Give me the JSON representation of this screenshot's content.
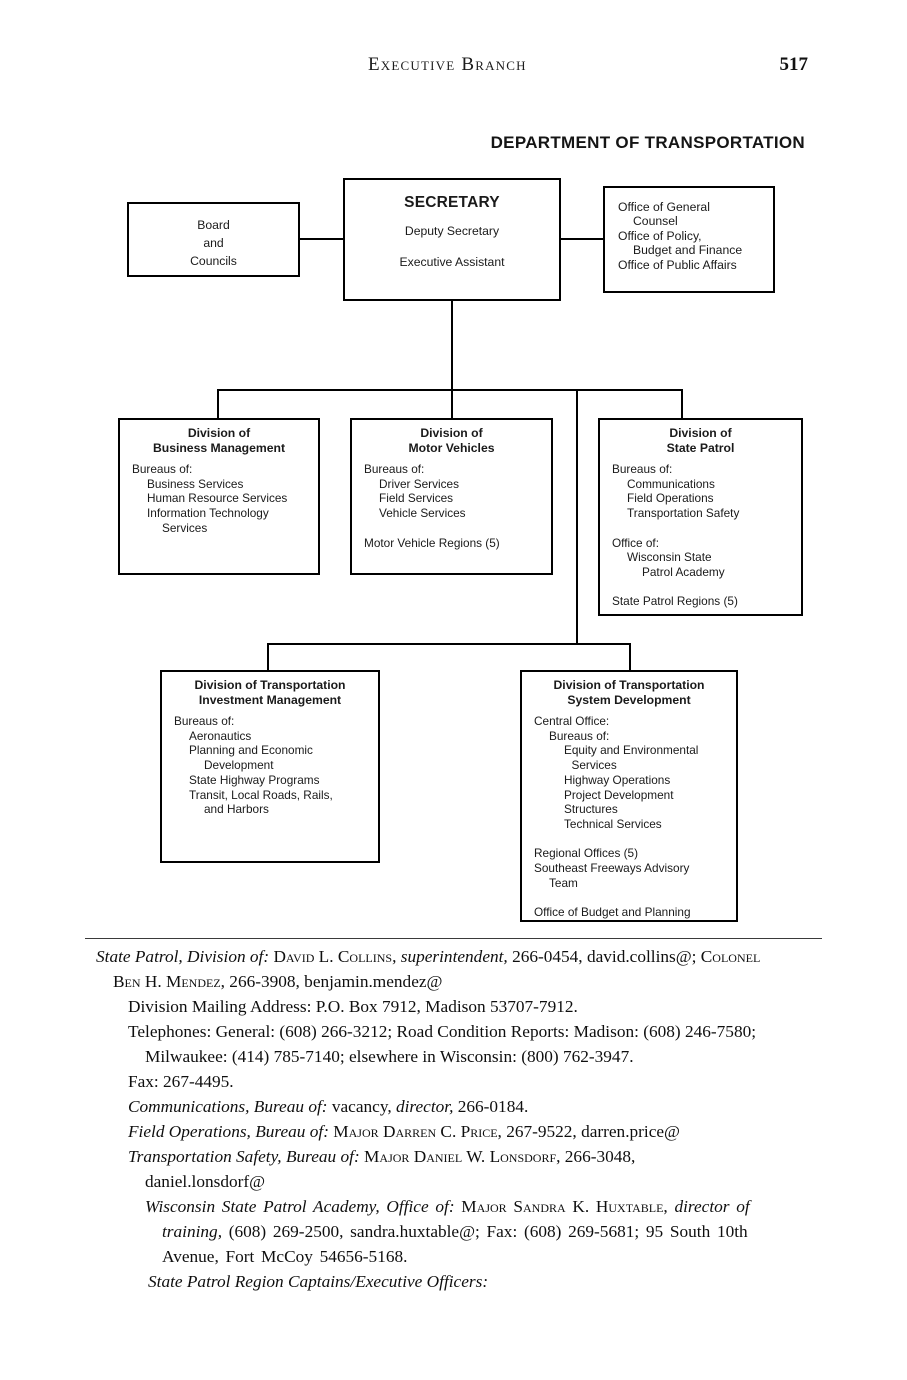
{
  "page": {
    "running_head": "Executive Branch",
    "page_number": "517"
  },
  "org_chart": {
    "title": "DEPARTMENT OF TRANSPORTATION",
    "board_box": {
      "lines": [
        "Board",
        "and",
        "Councils"
      ]
    },
    "secretary_box": {
      "title": "SECRETARY",
      "lines": [
        {
          "t": "Deputy Secretary",
          "i": 0
        },
        {
          "t": "",
          "i": 0
        },
        {
          "t": "Executive Assistant",
          "i": 0
        }
      ]
    },
    "offices_box": {
      "lines": [
        {
          "t": "Office of General",
          "i": 0
        },
        {
          "t": "Counsel",
          "i": 1
        },
        {
          "t": "Office of Policy,",
          "i": 0
        },
        {
          "t": "Budget and Finance",
          "i": 1
        },
        {
          "t": "Office of Public Affairs",
          "i": 0
        }
      ]
    },
    "divisions": {
      "business_management": {
        "title_lines": [
          "Division of",
          "Business Management"
        ],
        "lines": [
          {
            "t": "Bureaus of:",
            "i": 0
          },
          {
            "t": "Business Services",
            "i": 1
          },
          {
            "t": "Human Resource Services",
            "i": 1
          },
          {
            "t": "Information Technology",
            "i": 1
          },
          {
            "t": "Services",
            "i": 2
          }
        ]
      },
      "motor_vehicles": {
        "title_lines": [
          "Division of",
          "Motor Vehicles"
        ],
        "lines": [
          {
            "t": "Bureaus of:",
            "i": 0
          },
          {
            "t": "Driver Services",
            "i": 1
          },
          {
            "t": "Field Services",
            "i": 1
          },
          {
            "t": "Vehicle Services",
            "i": 1
          },
          {
            "t": "",
            "i": 0
          },
          {
            "t": "Motor Vehicle Regions (5)",
            "i": 0
          }
        ]
      },
      "state_patrol": {
        "title_lines": [
          "Division of",
          "State Patrol"
        ],
        "lines": [
          {
            "t": "Bureaus of:",
            "i": 0
          },
          {
            "t": "Communications",
            "i": 1
          },
          {
            "t": "Field Operations",
            "i": 1
          },
          {
            "t": "Transportation Safety",
            "i": 1
          },
          {
            "t": "",
            "i": 0
          },
          {
            "t": "Office of:",
            "i": 0
          },
          {
            "t": "Wisconsin State",
            "i": 1
          },
          {
            "t": "Patrol Academy",
            "i": 2
          },
          {
            "t": "",
            "i": 0
          },
          {
            "t": "State Patrol Regions (5)",
            "i": 0
          }
        ]
      },
      "investment_management": {
        "title_lines": [
          "Division of Transportation",
          "Investment Management"
        ],
        "lines": [
          {
            "t": "Bureaus of:",
            "i": 0
          },
          {
            "t": "Aeronautics",
            "i": 1
          },
          {
            "t": "Planning and Economic",
            "i": 1
          },
          {
            "t": "Development",
            "i": 2
          },
          {
            "t": "State Highway Programs",
            "i": 1
          },
          {
            "t": "Transit, Local Roads, Rails,",
            "i": 1
          },
          {
            "t": "and Harbors",
            "i": 2
          }
        ]
      },
      "system_development": {
        "title_lines": [
          "Division of Transportation",
          "System Development"
        ],
        "lines": [
          {
            "t": "Central Office:",
            "i": 0
          },
          {
            "t": "Bureaus of:",
            "i": 1
          },
          {
            "t": "Equity and Environmental",
            "i": 2
          },
          {
            "t": "Services",
            "i": 2.5
          },
          {
            "t": "Highway Operations",
            "i": 2
          },
          {
            "t": "Project Development",
            "i": 2
          },
          {
            "t": "Structures",
            "i": 2
          },
          {
            "t": "Technical Services",
            "i": 2
          },
          {
            "t": "",
            "i": 0
          },
          {
            "t": "Regional Offices (5)",
            "i": 0
          },
          {
            "t": "Southeast Freeways Advisory",
            "i": 0
          },
          {
            "t": "Team",
            "i": 1
          },
          {
            "t": "",
            "i": 0
          },
          {
            "t": "Office of Budget and Planning",
            "i": 0
          }
        ]
      }
    }
  },
  "directory": {
    "division_entry": {
      "runs": [
        {
          "t": "State Patrol, Division of: ",
          "s": "i"
        },
        {
          "t": "David L. Collins",
          "s": "sc"
        },
        {
          "t": ", ",
          "s": ""
        },
        {
          "t": "superintendent,",
          "s": "i"
        },
        {
          "t": " 266-0454, david.collins@; ",
          "s": ""
        },
        {
          "t": "Colonel",
          "s": "sc"
        },
        {
          "br": true
        },
        {
          "t": "Ben H. Mendez",
          "s": "sc"
        },
        {
          "t": ", 266-3908, benjamin.mendez@",
          "s": ""
        }
      ]
    },
    "mailing_address": {
      "runs": [
        {
          "t": "Division Mailing Address: P.O. Box 7912, Madison 53707-7912.",
          "s": ""
        }
      ]
    },
    "telephones": {
      "runs": [
        {
          "t": "Telephones: General: (608) 266-3212; Road Condition Reports: Madison: (608) 246-7580;",
          "s": ""
        },
        {
          "br": true
        },
        {
          "t": "Milwaukee: (414) 785-7140; elsewhere in Wisconsin: (800) 762-3947.",
          "s": ""
        }
      ]
    },
    "fax": {
      "runs": [
        {
          "t": "Fax: 267-4495.",
          "s": ""
        }
      ]
    },
    "communications_bureau": {
      "runs": [
        {
          "t": "Communications, Bureau of:",
          "s": "i"
        },
        {
          "t": " vacancy, ",
          "s": ""
        },
        {
          "t": "director,",
          "s": "i"
        },
        {
          "t": " 266-0184.",
          "s": ""
        }
      ]
    },
    "field_operations_bureau": {
      "runs": [
        {
          "t": "Field Operations, Bureau of: ",
          "s": "i"
        },
        {
          "t": "Major Darren C. Price",
          "s": "sc"
        },
        {
          "t": ", 267-9522, darren.price@",
          "s": ""
        }
      ]
    },
    "transportation_safety_bureau": {
      "runs": [
        {
          "t": "Transportation Safety, Bureau of: ",
          "s": "i"
        },
        {
          "t": "Major Daniel W. Lonsdorf",
          "s": "sc"
        },
        {
          "t": ", 266-3048,",
          "s": ""
        },
        {
          "br": true
        },
        {
          "t": "daniel.lonsdorf@",
          "s": ""
        }
      ]
    },
    "state_patrol_academy": {
      "runs": [
        {
          "t": "Wisconsin State Patrol Academy, Office of: ",
          "s": "i"
        },
        {
          "t": "Major Sandra K. Huxtable",
          "s": "sc"
        },
        {
          "t": ", ",
          "s": ""
        },
        {
          "t": "director of",
          "s": "i"
        },
        {
          "br": true
        },
        {
          "t": "training,",
          "s": "i"
        },
        {
          "t": " (608) 269-2500, sandra.huxtable@; Fax: (608) 269-5681; 95 South 10th",
          "s": ""
        },
        {
          "br": true
        },
        {
          "t": "Avenue, Fort McCoy 54656-5168.",
          "s": ""
        }
      ]
    },
    "region_captains": {
      "runs": [
        {
          "t": "State Patrol Region Captains/Executive Officers:",
          "s": "i"
        }
      ]
    }
  }
}
